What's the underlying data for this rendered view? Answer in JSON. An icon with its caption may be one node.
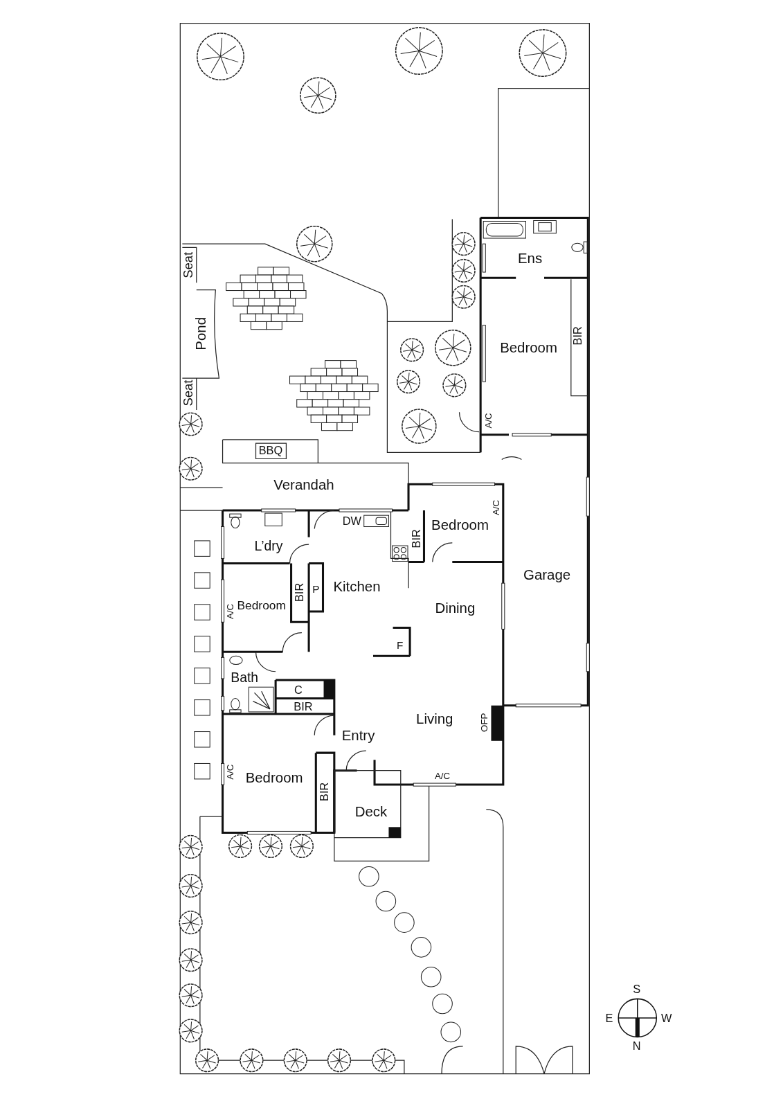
{
  "diagram": {
    "labels": [
      "Ens",
      "Seat",
      "Pond",
      "BIR",
      "Bedroom",
      "Seat",
      "A/C",
      "BBQ",
      "Verandah",
      "A/C",
      "DW",
      "Bedroom",
      "BIR",
      "L’dry",
      "Garage",
      "Kitchen",
      "P",
      "BIR",
      "Bedroom",
      "A/C",
      "Dining",
      "F",
      "Bath",
      "C",
      "BIR",
      "Living",
      "OFP",
      "Entry",
      "A/C",
      "A/C",
      "Bedroom",
      "BIR",
      "Deck",
      "S",
      "E",
      "W",
      "N"
    ]
  }
}
